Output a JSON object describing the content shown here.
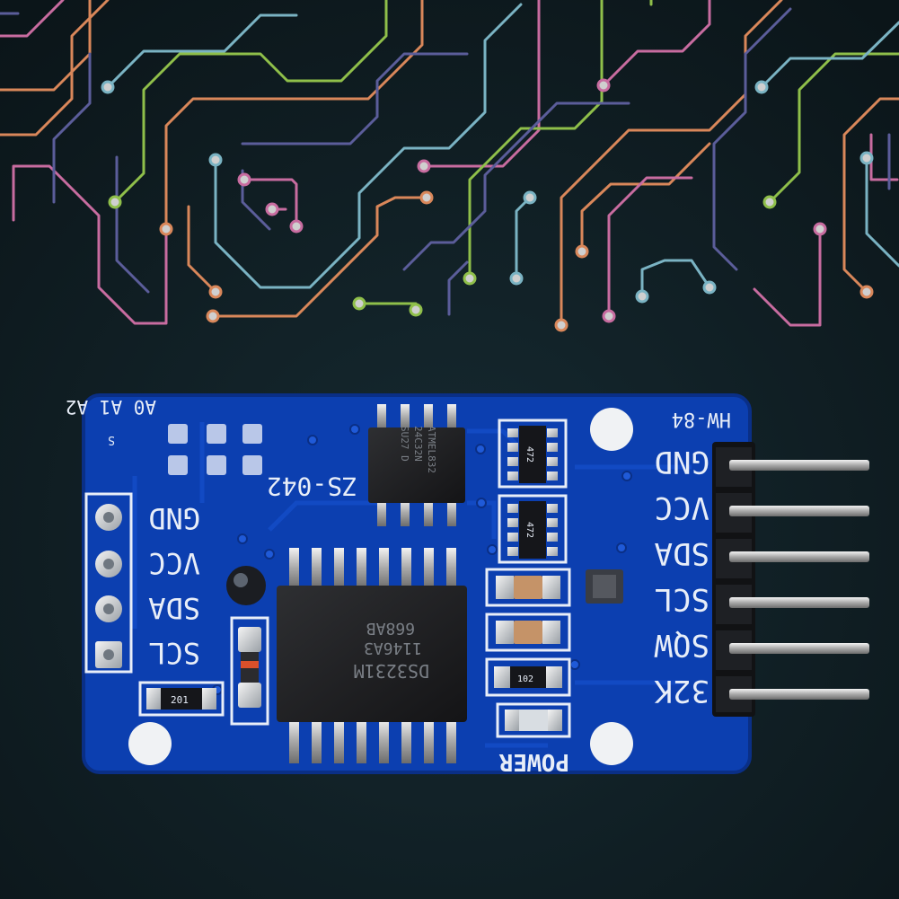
{
  "colors": {
    "background": "#0f1b20",
    "pcb_blue": "#0c3fb0",
    "trace_orange": "#d9875a",
    "trace_pink": "#c86ca0",
    "trace_green": "#8fbf4a",
    "trace_teal": "#7ab3c3",
    "trace_purple": "#5b5d9a",
    "silkscreen": "#e8eef8"
  },
  "board": {
    "model": "HW-84",
    "part_label": "ZS-042",
    "address_pins": "A0 A1 A2",
    "s_mark": "S",
    "power_label": "POWER",
    "right_header_pins": [
      "GND",
      "VCC",
      "SDA",
      "SCL",
      "SQW",
      "32K"
    ],
    "left_header_pins": [
      "GND",
      "VCC",
      "SDA",
      "SCL"
    ],
    "rtc_chip": {
      "line1": "DS3231M",
      "line2": "1146A3",
      "line3": "668AB"
    },
    "eeprom_chip": {
      "line1": "ATMEL832",
      "line2": "24C32N",
      "line3": "SU27 D"
    },
    "resistor_array_1": "472",
    "resistor_array_2": "472",
    "resistor_201": "201",
    "resistor_102": "102"
  }
}
